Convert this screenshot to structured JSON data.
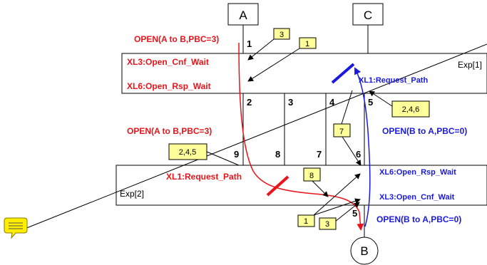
{
  "nodes": {
    "a": "A",
    "b": "B",
    "c": "C"
  },
  "experiments": {
    "exp1": "Exp[1]",
    "exp2": "Exp[2]"
  },
  "messages": {
    "red_top": "OPEN(A to B,PBC=3)",
    "red_mid": "OPEN(A to B,PBC=3)",
    "blue_mid": "OPEN(B to A,PBC=0)",
    "blue_bottom": "OPEN(B to A,PBC=0)"
  },
  "states": {
    "xl3_open_cnf_wait_top": "XL3:Open_Cnf_Wait",
    "xl6_open_rsp_wait_top": "XL6:Open_Rsp_Wait",
    "xl1_request_path_top": "XL1:Request_Path",
    "xl1_request_path_bottom": "XL1:Request_Path",
    "xl6_open_rsp_wait_bottom": "XL6:Open_Rsp_Wait",
    "xl3_open_cnf_wait_bottom": "XL3:Open_Cnf_Wait"
  },
  "port_numbers": {
    "top": [
      "1",
      "2",
      "3",
      "4",
      "5"
    ],
    "bottom": [
      "9",
      "8",
      "7",
      "6",
      "5"
    ]
  },
  "notes": {
    "top_3": "3",
    "top_1": "1",
    "top_246": "2,4,6",
    "mid_7": "7",
    "mid_245": "2,4,5",
    "bot_8": "8",
    "bot_1": "1",
    "bot_3": "3"
  },
  "colors": {
    "red": "#e8141a",
    "blue": "#1a1adf",
    "note_fill": "#ffff99",
    "comment_icon": "#ffee00"
  },
  "icons": [
    "comment-icon"
  ]
}
